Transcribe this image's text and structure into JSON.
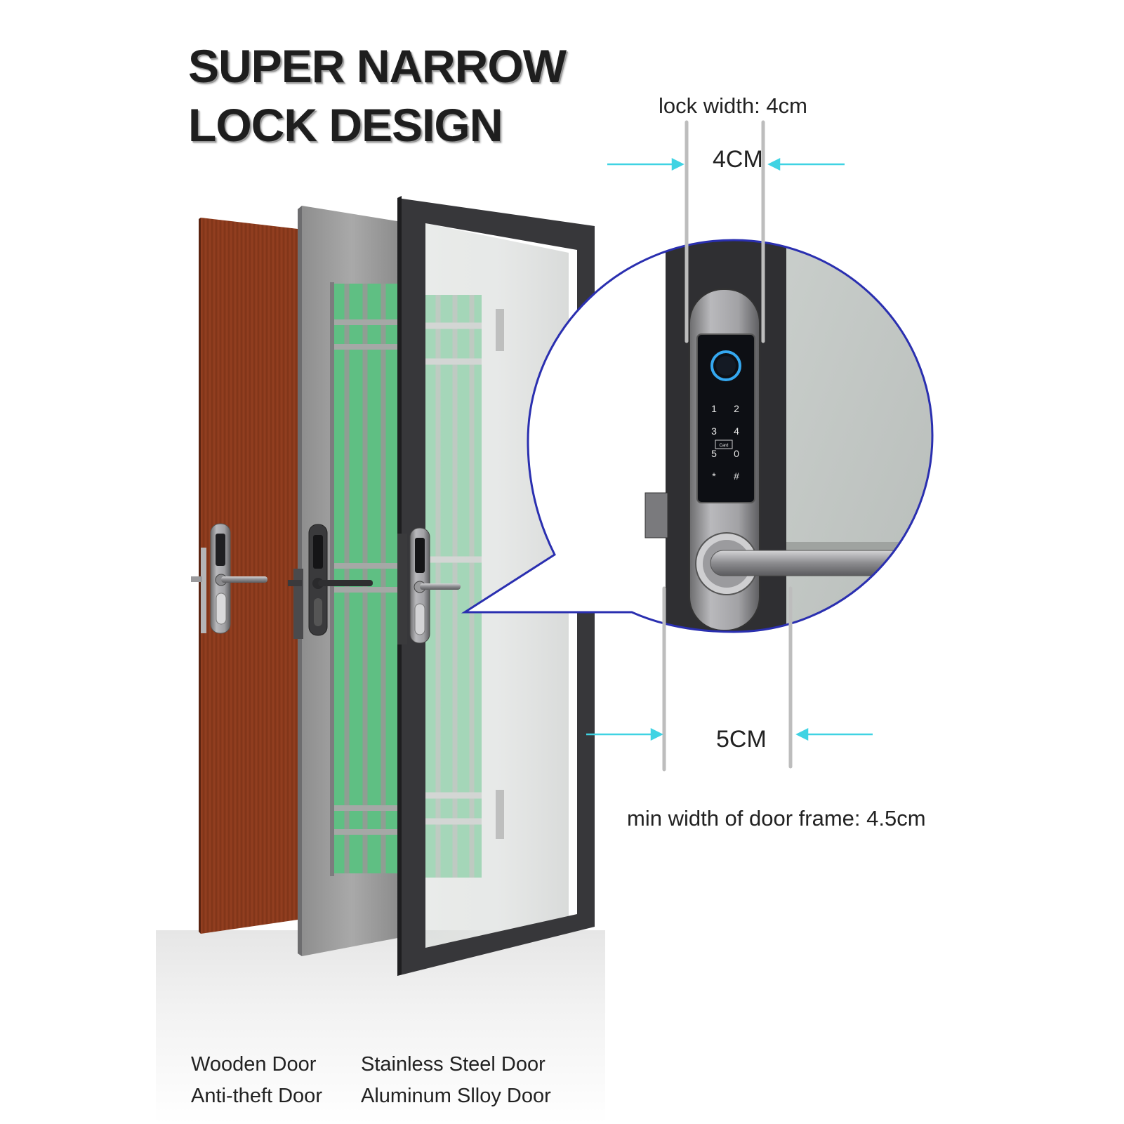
{
  "headline": {
    "line1": "SUPER NARROW",
    "line2": "LOCK DESIGN"
  },
  "dimensions": {
    "lock_width_note": "lock width: 4cm",
    "lock_width_value": "4CM",
    "frame_width_value": "5CM",
    "frame_width_note": "min width of door  frame: 4.5cm"
  },
  "keypad": {
    "keys": [
      "1",
      "2",
      "3",
      "4",
      "5",
      "0",
      "*",
      "#"
    ],
    "card_label": "Card"
  },
  "door_types": {
    "col1": [
      "Wooden Door",
      "Anti-theft Door"
    ],
    "col2": [
      "Stainless Steel Door",
      "Aluminum Slloy Door"
    ]
  },
  "colors": {
    "arrow": "#3fd3e3",
    "callout_outline": "#2a2fb0",
    "wood": "#8b3a1c",
    "steel_door": "#9c9c9c",
    "glass_green": "#5fbf83",
    "aluminum_frame": "#3a3a3d",
    "fingerprint_ring": "#35a8f0"
  },
  "icons": [
    "fingerprint-icon",
    "arrow-right-icon",
    "arrow-left-icon"
  ]
}
